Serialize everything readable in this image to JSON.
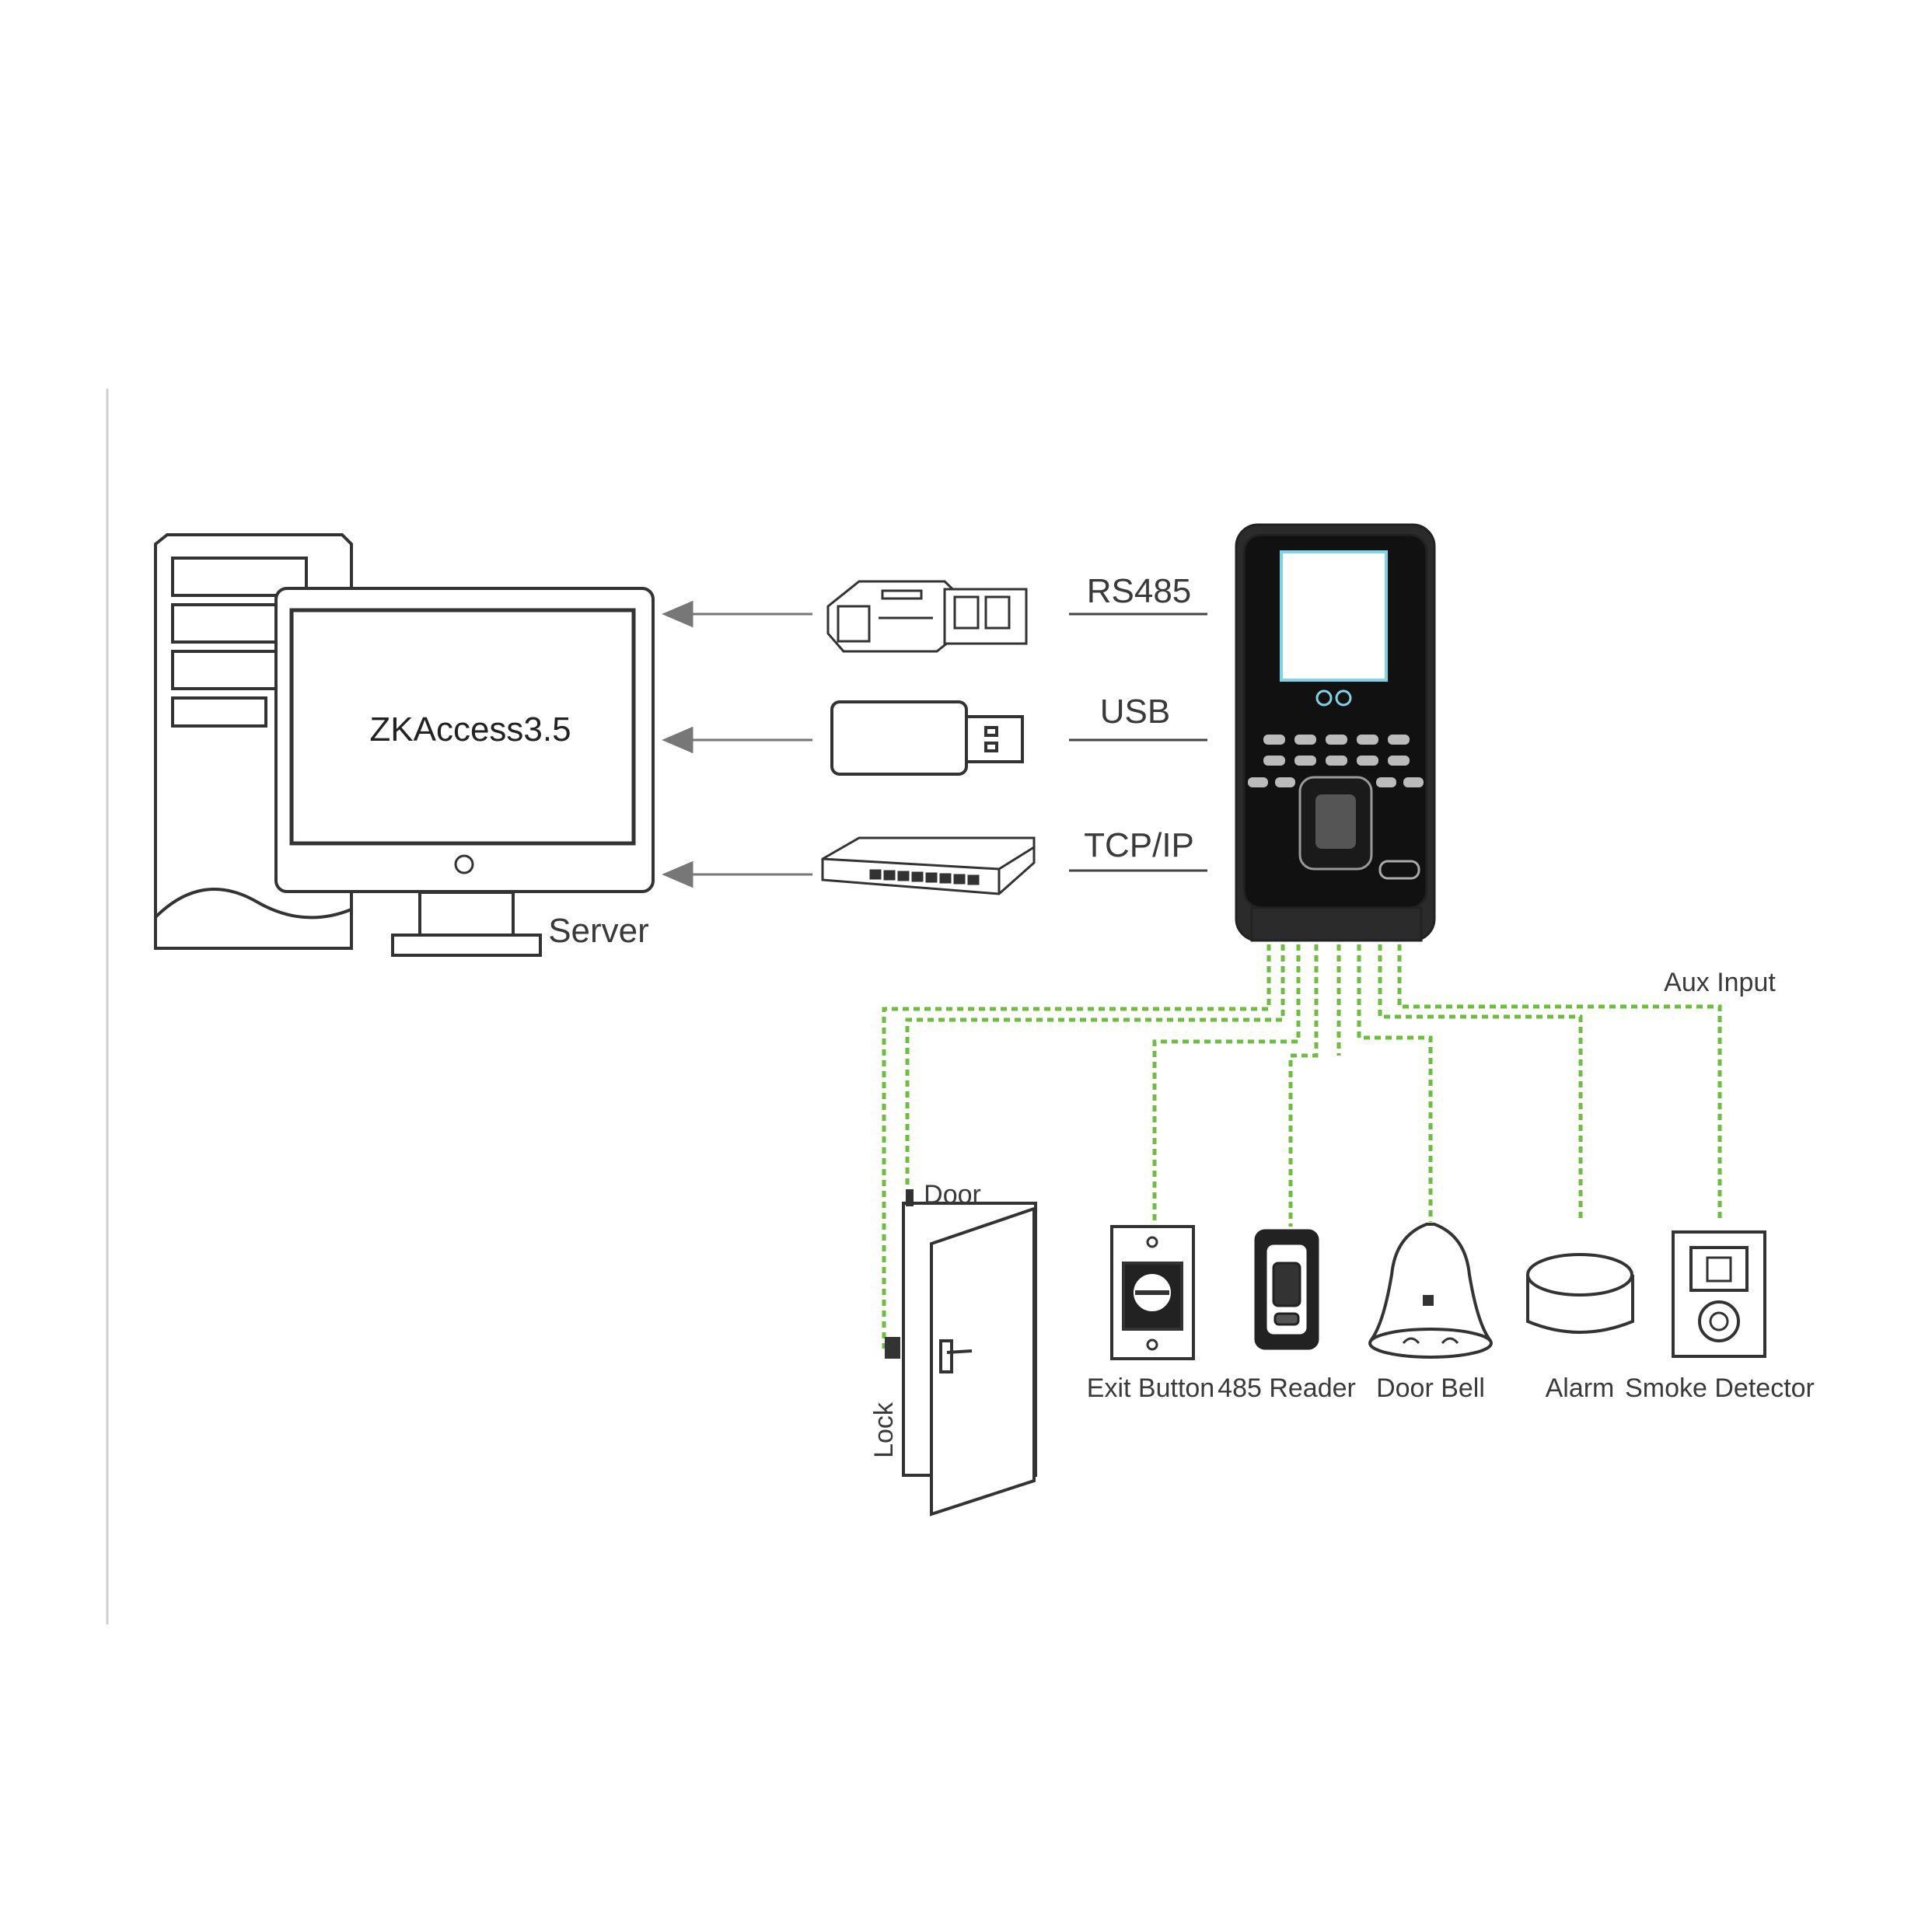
{
  "software": "ZKAccess3.5",
  "server_label": "Server",
  "connections": {
    "rs485": "RS485",
    "usb": "USB",
    "tcpip": "TCP/IP"
  },
  "aux_input_label": "Aux Input",
  "door_label": "Door",
  "lock_label": "Lock",
  "devices": {
    "exit_button": "Exit Button",
    "reader_485": "485 Reader",
    "door_bell": "Door Bell",
    "alarm": "Alarm",
    "smoke_detector": "Smoke Detector"
  },
  "colors": {
    "wire": "#6cbf3a",
    "line": "#333333",
    "arrow": "#777777",
    "screen": "#7fd3e6"
  }
}
